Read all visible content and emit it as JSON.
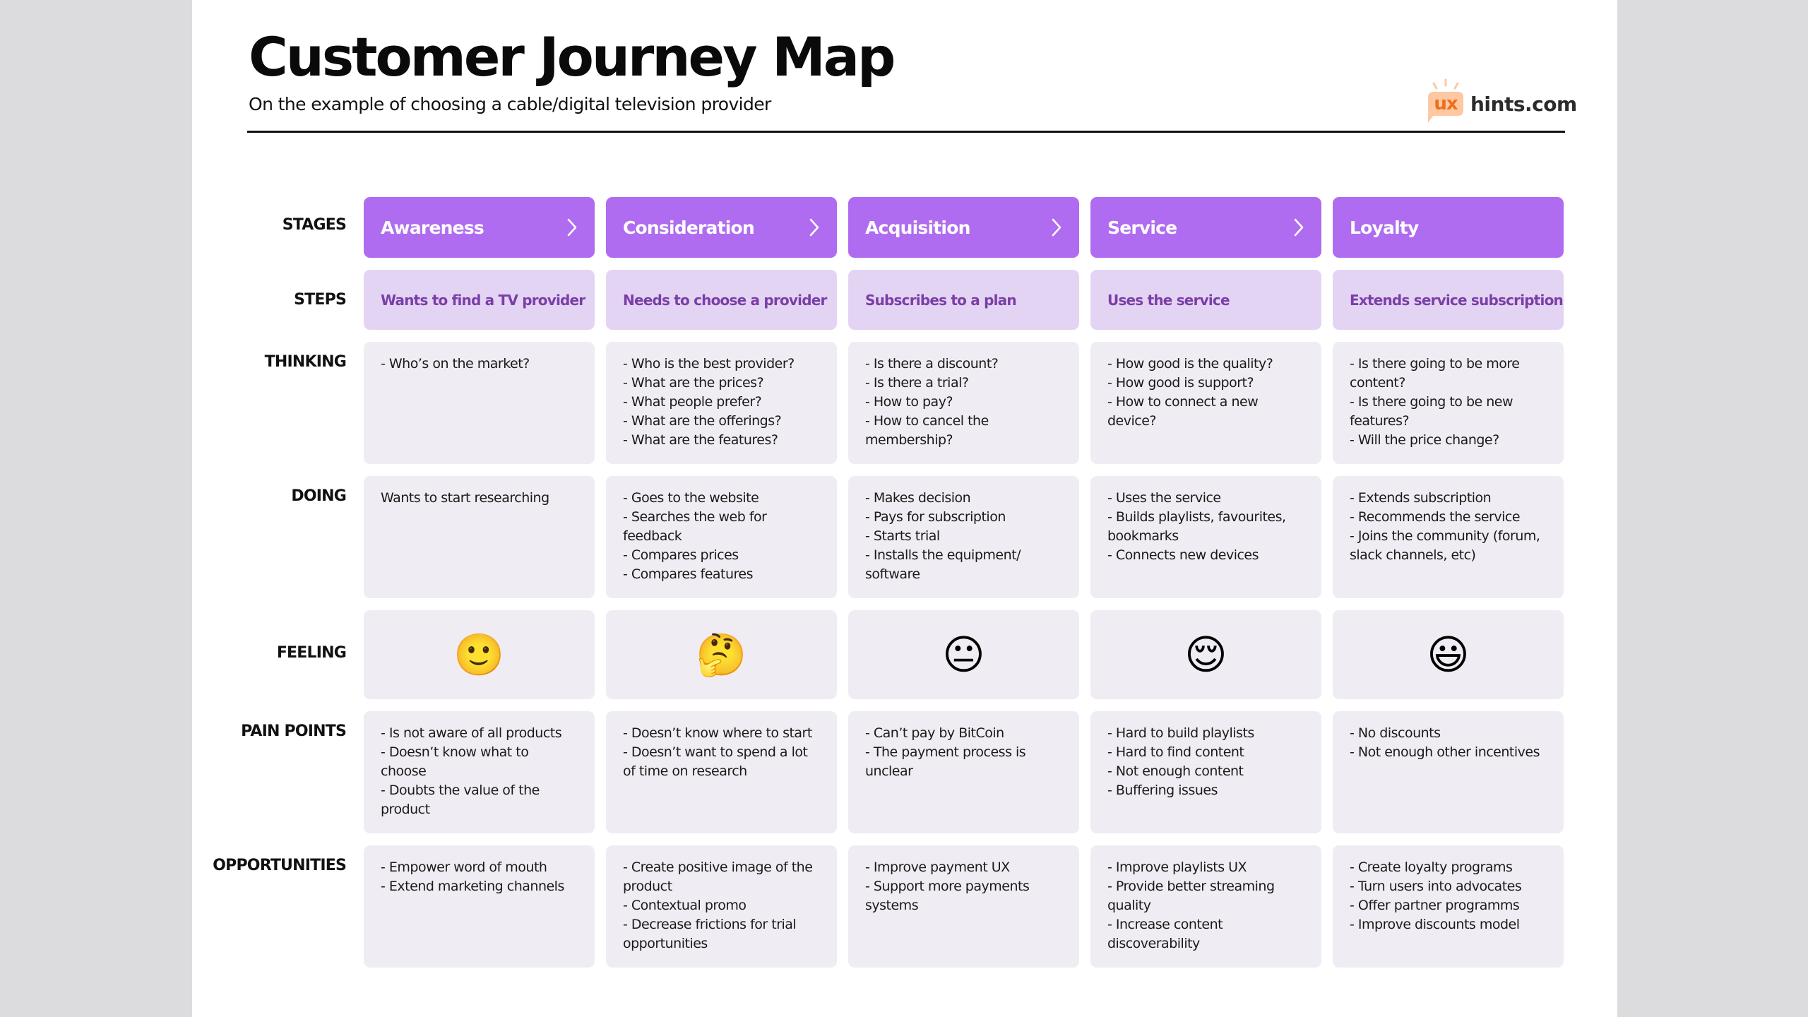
{
  "header": {
    "title": "Customer Journey Map",
    "subtitle": "On the example of choosing a cable/digital television provider"
  },
  "logo": {
    "mark_text": "ux",
    "text": "hints.com",
    "colors": {
      "bubble": "#ffc8a3",
      "mark": "#ea6f1d",
      "text": "#2b2b2b"
    }
  },
  "colors": {
    "stage": "#b06cf0",
    "step_bg": "#e4d4f4",
    "step_text": "#7a3ea6",
    "card_bg": "#efedf3"
  },
  "row_labels": {
    "stages": "STAGES",
    "steps": "STEPS",
    "thinking": "THINKING",
    "doing": "DOING",
    "feeling": "FEELING",
    "pain_points": "PAIN POINTS",
    "opportunities": "OPPORTUNITIES"
  },
  "stages": [
    {
      "name": "Awareness",
      "has_arrow": true,
      "step": "Wants to find a TV provider",
      "thinking": [
        "- Who’s on the market?"
      ],
      "doing": [
        "Wants to start researching"
      ],
      "feeling": {
        "emoji": "🙂",
        "icon": "slightly-smiling-face"
      },
      "pain_points": [
        "- Is not aware of all products",
        "- Doesn’t know what to choose",
        "- Doubts the value of the product"
      ],
      "opportunities": [
        "- Empower word of mouth",
        "- Extend marketing channels"
      ]
    },
    {
      "name": "Consideration",
      "has_arrow": true,
      "step": "Needs to choose a provider",
      "thinking": [
        "- Who is the best provider?",
        "- What are the prices?",
        "- What people prefer?",
        "- What are the offerings?",
        "- What are the features?"
      ],
      "doing": [
        "- Goes to the website",
        "- Searches the web for feedback",
        "- Compares prices",
        "- Compares features"
      ],
      "feeling": {
        "emoji": "🤔",
        "icon": "thinking-face"
      },
      "pain_points": [
        "- Doesn’t know where to start",
        "- Doesn’t want to spend a lot of time on research"
      ],
      "opportunities": [
        "- Create positive image of the product",
        "- Contextual promo",
        "- Decrease frictions for trial opportunities"
      ]
    },
    {
      "name": "Acquisition",
      "has_arrow": true,
      "step": "Subscribes to a plan",
      "thinking": [
        "- Is there a discount?",
        "- Is there a trial?",
        "- How to pay?",
        "- How to cancel the membership?"
      ],
      "doing": [
        "- Makes decision",
        "- Pays for subscription",
        "- Starts trial",
        "- Installs the equipment/ software"
      ],
      "feeling": {
        "emoji": "😐",
        "icon": "neutral-face"
      },
      "pain_points": [
        "- Can’t pay by BitCoin",
        "- The payment process is unclear"
      ],
      "opportunities": [
        "- Improve payment UX",
        "- Support more payments systems"
      ]
    },
    {
      "name": "Service",
      "has_arrow": true,
      "step": "Uses the service",
      "thinking": [
        "- How good is the quality?",
        "- How good is support?",
        "- How to connect a new device?"
      ],
      "doing": [
        "- Uses the service",
        "- Builds playlists, favourites, bookmarks",
        "- Connects new devices"
      ],
      "feeling": {
        "emoji": "😌",
        "icon": "relieved-face"
      },
      "pain_points": [
        "- Hard to build playlists",
        "- Hard to find content",
        "- Not enough content",
        "- Buffering issues"
      ],
      "opportunities": [
        "- Improve playlists UX",
        "- Provide better streaming quality",
        "- Increase content discoverability"
      ]
    },
    {
      "name": "Loyalty",
      "has_arrow": false,
      "step": "Extends  service subscription",
      "thinking": [
        "- Is there going to be more content?",
        "- Is there going to be new features?",
        "- Will the price change?"
      ],
      "doing": [
        "- Extends subscription",
        "- Recommends the service",
        "- Joins the community (forum, slack channels, etc)"
      ],
      "feeling": {
        "emoji": "😃",
        "icon": "grinning-face"
      },
      "pain_points": [
        "- No discounts",
        "- Not enough other incentives"
      ],
      "opportunities": [
        "- Create loyalty programs",
        "- Turn users into advocates",
        "- Offer partner programms",
        "- Improve discounts model"
      ]
    }
  ]
}
